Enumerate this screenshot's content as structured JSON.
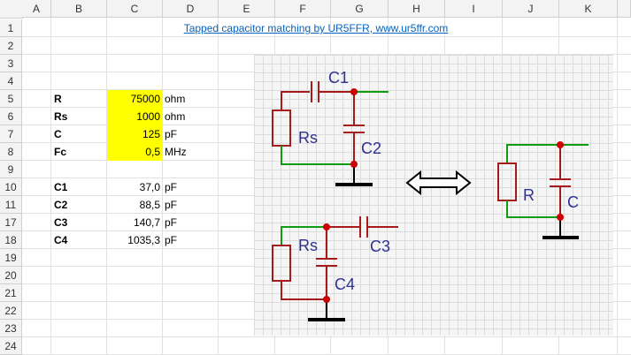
{
  "columns": [
    "A",
    "B",
    "C",
    "D",
    "E",
    "F",
    "G",
    "H",
    "I",
    "J",
    "K"
  ],
  "rows": [
    "1",
    "2",
    "3",
    "4",
    "5",
    "6",
    "7",
    "8",
    "9",
    "10",
    "11",
    "17",
    "18",
    "19",
    "20",
    "21",
    "22",
    "23",
    "24"
  ],
  "title_link": "Tapped capacitor matching by UR5FFR, www.ur5ffr.com",
  "inputs": [
    {
      "label": "R",
      "value": "75000",
      "unit": "ohm"
    },
    {
      "label": "Rs",
      "value": "1000",
      "unit": "ohm"
    },
    {
      "label": "C",
      "value": "125",
      "unit": "pF"
    },
    {
      "label": "Fc",
      "value": "0,5",
      "unit": "MHz"
    }
  ],
  "outputs": [
    {
      "label": "C1",
      "value": "37,0",
      "unit": "pF"
    },
    {
      "label": "C2",
      "value": "88,5",
      "unit": "pF"
    },
    {
      "label": "C3",
      "value": "140,7",
      "unit": "pF"
    },
    {
      "label": "C4",
      "value": "1035,3",
      "unit": "pF"
    }
  ],
  "diagram_labels": {
    "c1": "C1",
    "rs1": "Rs",
    "c2": "C2",
    "r": "R",
    "c": "C",
    "rs2": "Rs",
    "c3": "C3",
    "c4": "C4"
  },
  "colors": {
    "input_fill": "#ffff00",
    "link": "#0563c1",
    "wire_green": "#109a10",
    "wire_red": "#a51b1b",
    "node": "#cc0000",
    "label_blue": "#2e3192"
  }
}
